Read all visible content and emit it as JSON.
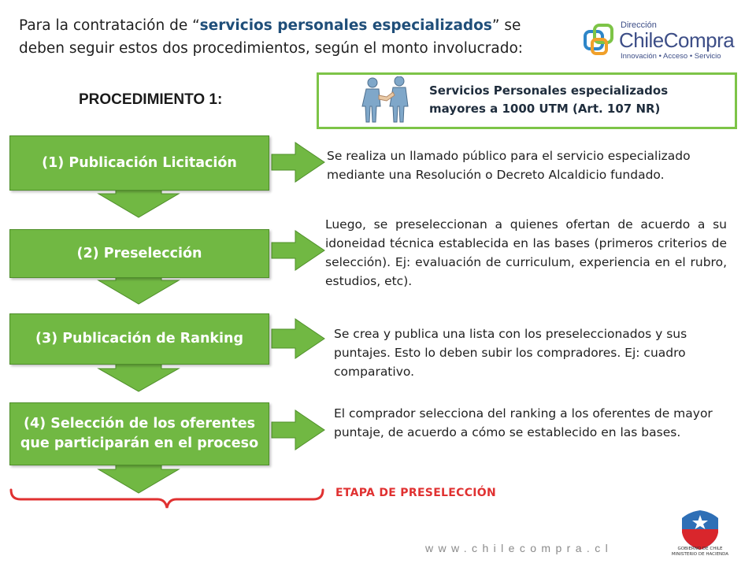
{
  "header": {
    "intro_before": "Para la contratación de “",
    "intro_emphasis": "servicios personales especializados",
    "intro_after": "” se deben seguir estos dos procedimientos, según el monto involucrado:"
  },
  "logo": {
    "direccion": "Dirección",
    "name": "ChileCompra",
    "tagline": "Innovación • Acceso • Servicio"
  },
  "procedure_title": "PROCEDIMIENTO 1:",
  "info_box": {
    "line1": "Servicios Personales especializados",
    "line2": "mayores a 1000 UTM (Art. 107 NR)"
  },
  "steps": [
    {
      "label": "(1) Publicación Licitación",
      "description": "Se realiza un llamado público para el servicio especializado mediante una Resolución o Decreto Alcaldicio fundado."
    },
    {
      "label": "(2) Preselección",
      "description": "Luego, se preseleccionan a quienes ofertan de acuerdo a su idoneidad técnica establecida en las bases (primeros criterios de selección). Ej: evaluación de curriculum, experiencia en el rubro, estudios, etc)."
    },
    {
      "label": "(3) Publicación de Ranking",
      "description": "Se crea y publica una lista con los preseleccionados y sus puntajes. Esto lo deben subir los compradores. Ej: cuadro comparativo."
    },
    {
      "label_line1": "(4) Selección de los oferentes",
      "label_line2": "que participarán en el proceso",
      "description": "El comprador selecciona del ranking a los oferentes de mayor puntaje, de acuerdo a cómo se establecido en las bases."
    }
  ],
  "stage_label": "ETAPA DE PRESELECCIÓN",
  "footer": {
    "url": "www.chilecompra.cl",
    "gov_line1": "GOBIERNO DE CHILE",
    "gov_line2": "MINISTERIO DE HACIENDA"
  },
  "colors": {
    "step_green": "#71b843",
    "box_border_green": "#7dc447",
    "brace_red": "#e03131",
    "brand_blue": "#3d4e87"
  }
}
